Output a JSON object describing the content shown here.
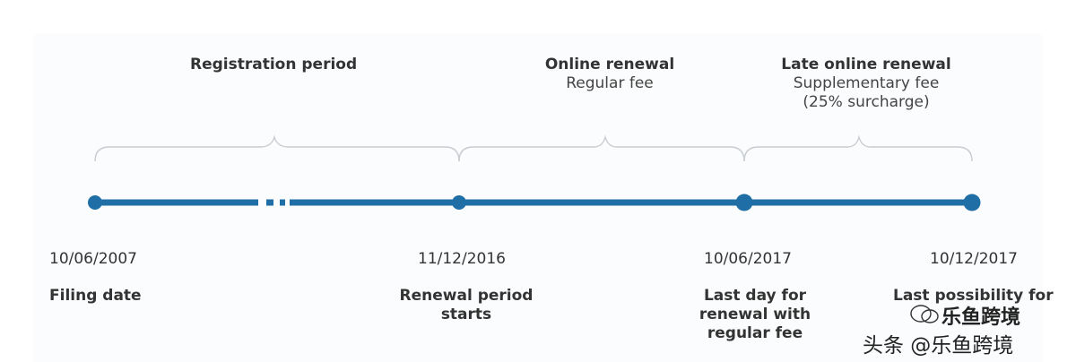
{
  "periods": {
    "registration": {
      "title": "Registration period"
    },
    "online": {
      "title": "Online renewal",
      "subtitle": "Regular fee"
    },
    "late": {
      "title": "Late online renewal",
      "subtitle": "Supplementary fee",
      "subtitle2": "(25% surcharge)"
    }
  },
  "milestones": [
    {
      "date": "10/06/2007",
      "label1": "Filing date"
    },
    {
      "date": "11/12/2016",
      "label1": "Renewal period",
      "label2": "starts"
    },
    {
      "date": "10/06/2017",
      "label1": "Last day for",
      "label2": "renewal with",
      "label3": "regular fee"
    },
    {
      "date": "10/12/2017",
      "label1": "Last possibility for"
    }
  ],
  "watermark": {
    "brand": "乐鱼跨境",
    "credit": "头条 @乐鱼跨境"
  },
  "colors": {
    "timeline": "#1f6fa6",
    "brace": "#c8ccd0",
    "text": "#333333"
  }
}
